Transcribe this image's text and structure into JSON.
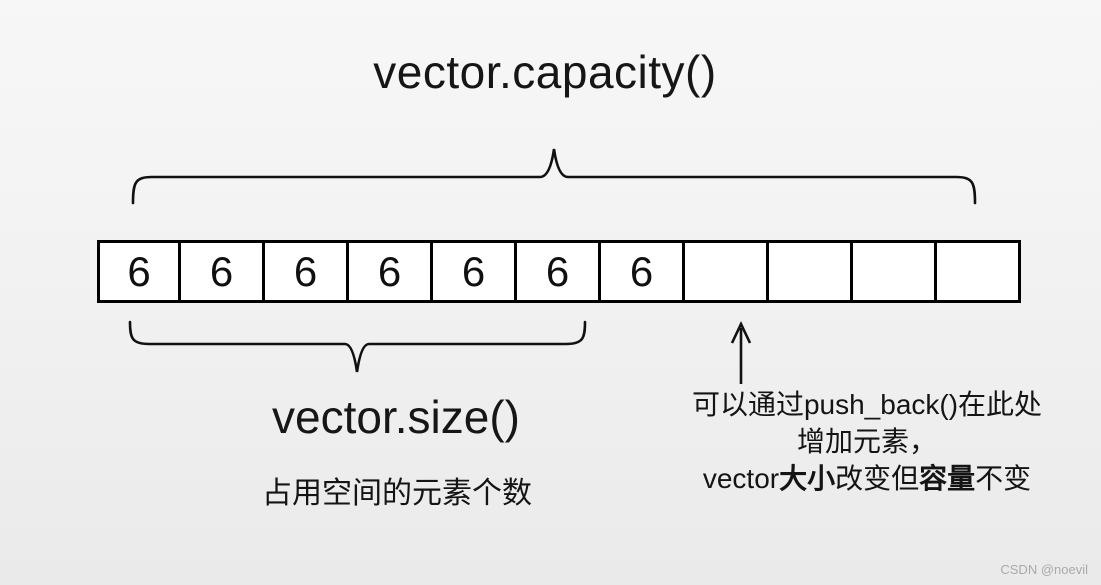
{
  "title": "vector.capacity()",
  "cells": [
    "6",
    "6",
    "6",
    "6",
    "6",
    "6",
    "6",
    "",
    "",
    "",
    ""
  ],
  "size": {
    "label": "vector.size()",
    "caption": "占用空间的元素个数"
  },
  "note": {
    "line1": "可以通过push_back()在此处",
    "line2": "增加元素，",
    "line3": {
      "p1": "vector",
      "b1": "大小",
      "p2": "改变但",
      "b2": "容量",
      "p3": "不变"
    }
  },
  "watermark": "CSDN @noevil",
  "icons": {
    "capacity_brace": "curly-brace-over-all-cells",
    "size_brace": "curly-brace-under-filled-cells",
    "insert_arrow": "up-arrow-pointing-to-first-empty-cell"
  },
  "colors": {
    "background_top": "#f7f7f7",
    "background_bottom": "#eaeaea",
    "text": "#141414",
    "cell_border": "#000000",
    "cell_background": "#ffffff",
    "watermark": "#a9a9a9"
  }
}
